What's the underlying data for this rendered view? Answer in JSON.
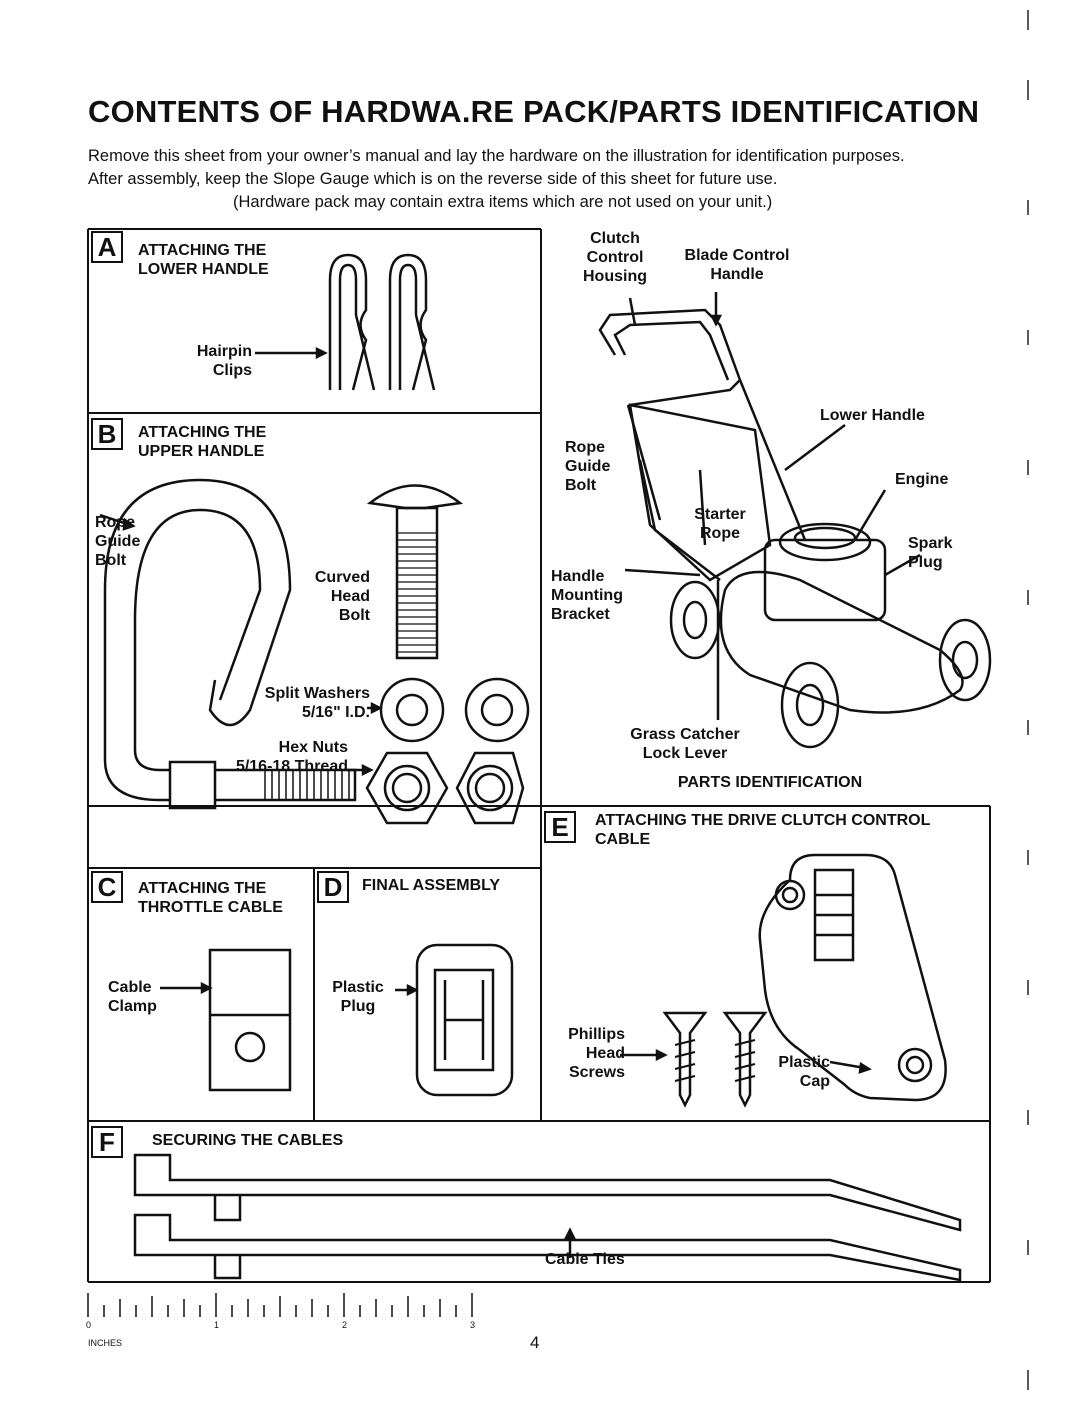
{
  "page": {
    "title": "CONTENTS OF HARDWA.RE PACK/PARTS IDENTIFICATION",
    "intro_lines": [
      "Remove this sheet from your owner’s manual and lay the hardware on the illustration for identification purposes.",
      "After assembly, keep the Slope Gauge which is on the reverse side of this sheet for future use.",
      "(Hardware pack may contain extra items which are not used on your unit.)"
    ],
    "page_number": "4"
  },
  "sections": {
    "A": {
      "letter": "A",
      "title": "ATTACHING THE\nLOWER HANDLE",
      "labels": {
        "hairpin_clips": "Hairpin\nClips"
      }
    },
    "B": {
      "letter": "B",
      "title": "ATTACHING THE\nUPPER HANDLE",
      "labels": {
        "rope_guide_bolt": "Rope\nGuide\nBolt",
        "curved_head_bolt": "Curved\nHead\nBolt",
        "split_washers": "Split Washers\n5/16\" I.D.",
        "hex_nuts": "Hex Nuts\n5/16-18 Thread"
      }
    },
    "C": {
      "letter": "C",
      "title": "ATTACHING THE\nTHROTTLE CABLE",
      "labels": {
        "cable_clamp": "Cable\nClamp"
      }
    },
    "D": {
      "letter": "D",
      "title": "FINAL ASSEMBLY",
      "labels": {
        "plastic_plug": "Plastic\nPlug"
      }
    },
    "E": {
      "letter": "E",
      "title": "ATTACHING THE DRIVE CLUTCH CONTROL\nCABLE",
      "labels": {
        "phillips_head_screws": "Phillips\nHead\nScrews",
        "plastic_cap": "Plastic\nCap"
      }
    },
    "F": {
      "letter": "F",
      "title": "SECURING THE CABLES",
      "labels": {
        "cable_ties": "Cable Ties"
      }
    }
  },
  "parts_identification": {
    "heading": "PARTS IDENTIFICATION",
    "labels": {
      "clutch_control_housing": "Clutch\nControl\nHousing",
      "blade_control_handle": "Blade Control\nHandle",
      "lower_handle": "Lower Handle",
      "rope_guide_bolt": "Rope\nGuide\nBolt",
      "starter_rope": "Starter\nRope",
      "engine": "Engine",
      "spark_plug": "Spark\nPlug",
      "handle_mounting_bracket": "Handle\nMounting\nBracket",
      "grass_catcher_lock_lever": "Grass Catcher\nLock Lever"
    }
  },
  "ruler": {
    "numbers": [
      "0",
      "1",
      "2",
      "3"
    ],
    "unit": "INCHES"
  }
}
